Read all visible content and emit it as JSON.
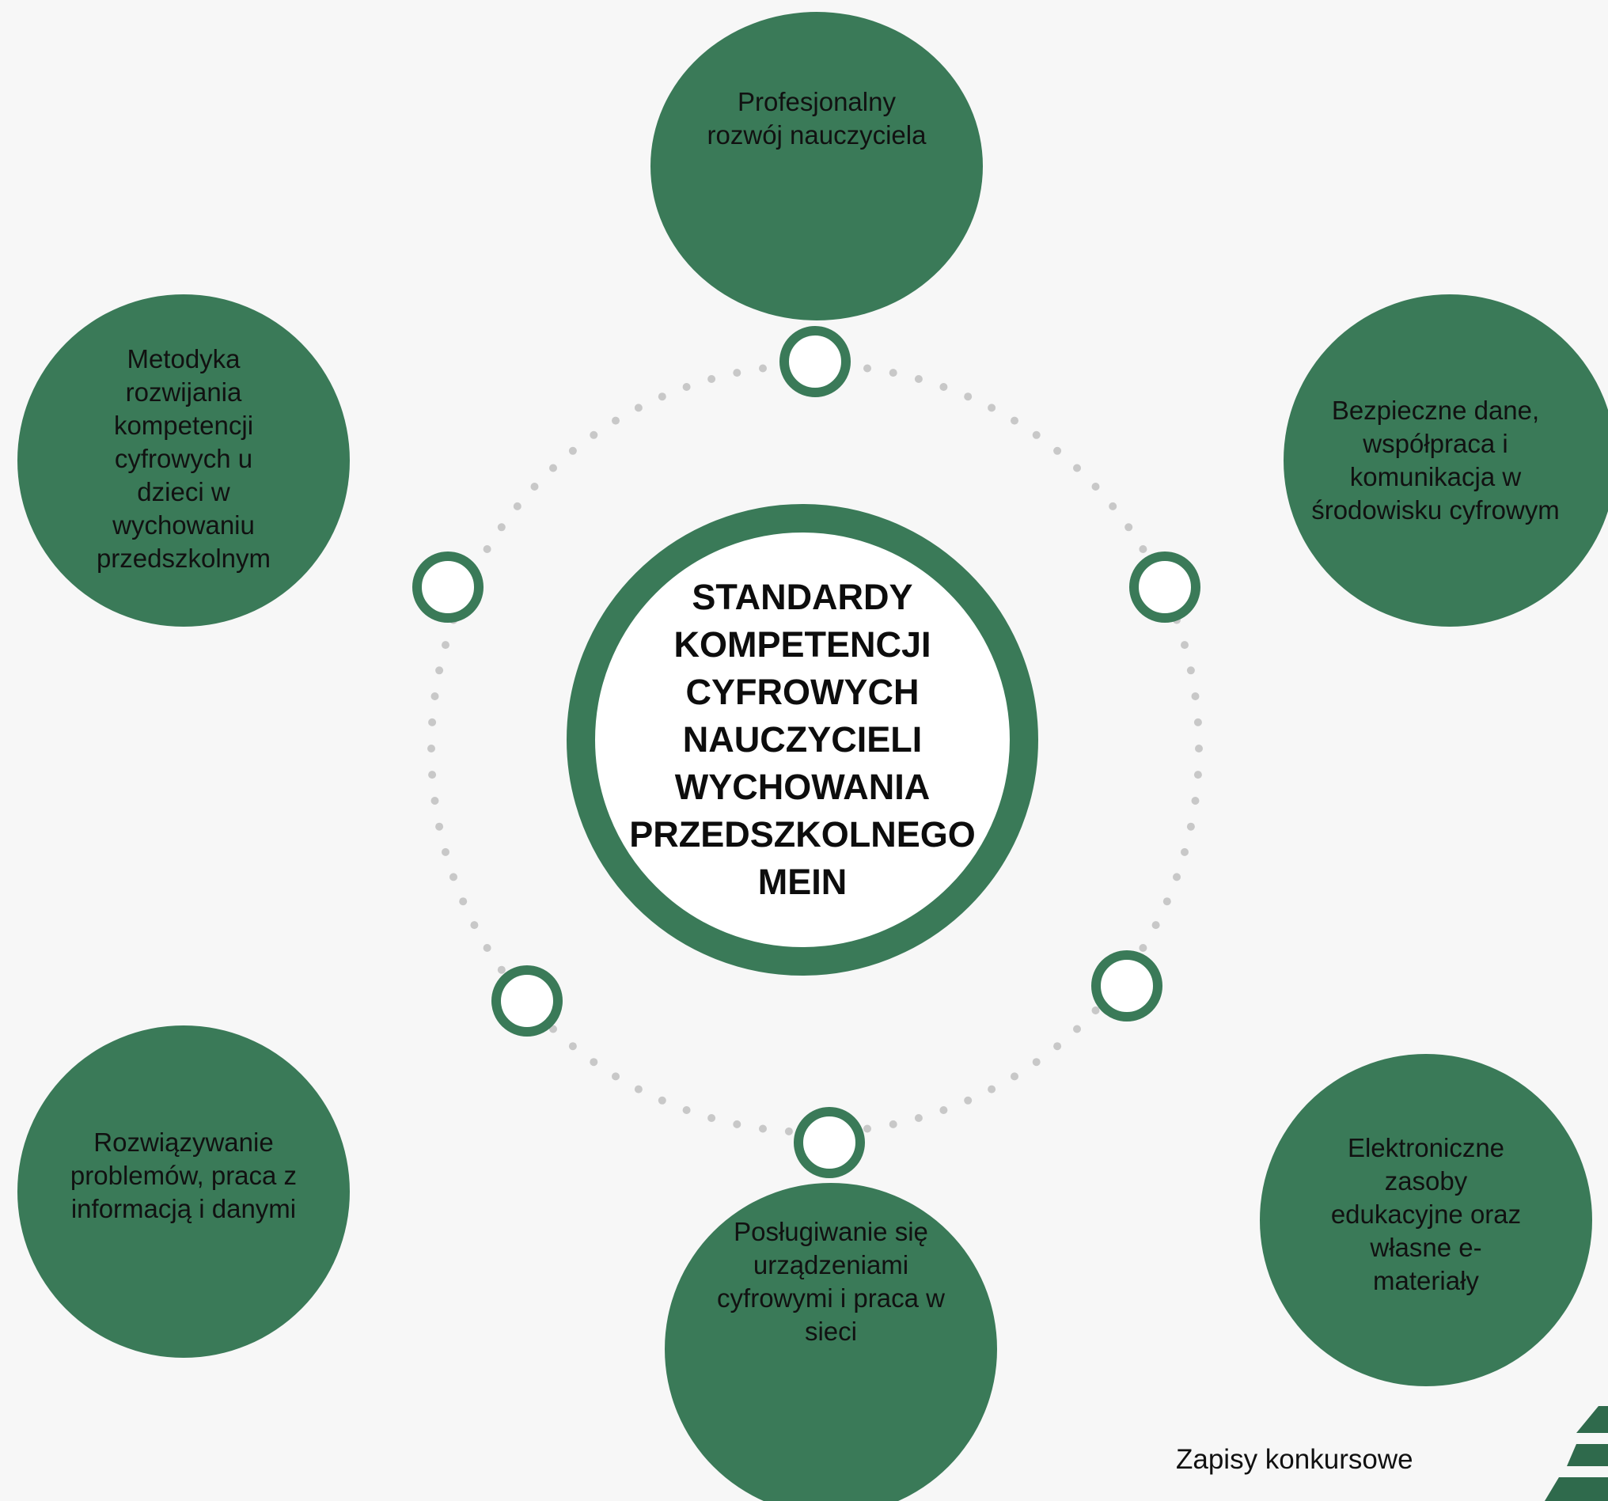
{
  "diagram": {
    "colors": {
      "node": "#3a7a58",
      "dots": "#c8c8c8",
      "background": "#f7f7f7",
      "text": "#111111"
    },
    "center": {
      "title": "STANDARDY\nKOMPETENCJI\nCYFROWYCH\nNAUCZYCIELI\nWYCHOWANIA\nPRZEDSZKOLNEGO\nMEIN"
    },
    "nodes": [
      {
        "id": "top",
        "label": "Profesjonalny\nrozwój nauczyciela"
      },
      {
        "id": "top-right",
        "label": "Bezpieczne dane,\nwspółpraca i\nkomunikacja w\nśrodowisku cyfrowym"
      },
      {
        "id": "bottom-right",
        "label": "Elektroniczne\nzasoby\nedukacyjne oraz\nwłasne e-\nmateriały"
      },
      {
        "id": "bottom",
        "label": "Posługiwanie się\nurządzeniami\ncyfrowymi i praca w\nsieci"
      },
      {
        "id": "bottom-left",
        "label": "Rozwiązywanie\nproblemów, praca z\ninformacją i danymi"
      },
      {
        "id": "top-left",
        "label": "Metodyka\nrozwijania\nkompetencji\ncyfrowych u\ndzieci w\nwychowaniu\nprzedszkolnym"
      }
    ]
  },
  "footer": {
    "label": "Zapisy konkursowe",
    "logo_icon": "stacked-chevron-logo-icon"
  }
}
